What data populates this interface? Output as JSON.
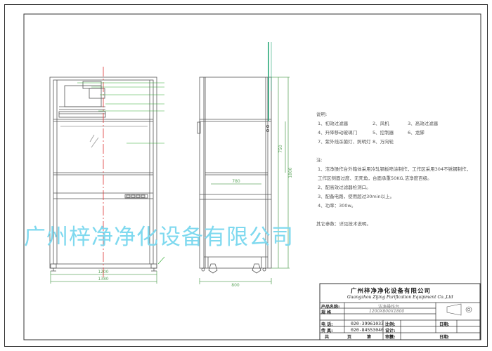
{
  "notes": {
    "heading": "说明:",
    "parts": [
      "1、初效过滤器",
      "2、风机",
      "3、高效过滤器",
      "4、升降移动玻璃门",
      "5、控制器",
      "6、龙脚",
      "7、紫外线杀菌灯、照明灯",
      "8、万向轮"
    ],
    "heading2": "注:",
    "specs": [
      "1、洁净操作台外箱体采用冷轧钢板喷涂制作，工作区采用304不锈钢制作，",
      "工作区侧面过度、无死角，台面承重50KG,洁净度百级。",
      "2、配高效过滤器检测口。",
      "3、配备电路，使用超过30min以上。",
      "4、功率：300w。"
    ],
    "other": "其它参数：详见技术说明。"
  },
  "dimensions": {
    "front_width": "1200",
    "front_total": "1380",
    "side_depth": "800",
    "inner_depth": "780",
    "height": "1800",
    "inner_height": "750"
  },
  "watermark": "广州梓净净化设备有限公司",
  "title_block": {
    "company": "广州梓净净化设备有限公司",
    "company_en": "Guangzhou Zijing Purification Equipment Co.,Ltd",
    "product_name_label": "产品名称:",
    "product_name": "洁净操作台",
    "spec_label": "规 格",
    "spec": "1200X800X1800",
    "phone_label": "电 话:",
    "phone": "020-39961033",
    "fax_label": "传 真:",
    "fax": "020-84553040",
    "ratio_label": "比例:",
    "design_label": "设计:",
    "review_label": "审核:",
    "date_label": "日期:",
    "date_label2": "日期:",
    "total": "共",
    "page_unit": "页",
    "of": "第",
    "page_unit2": "页"
  }
}
